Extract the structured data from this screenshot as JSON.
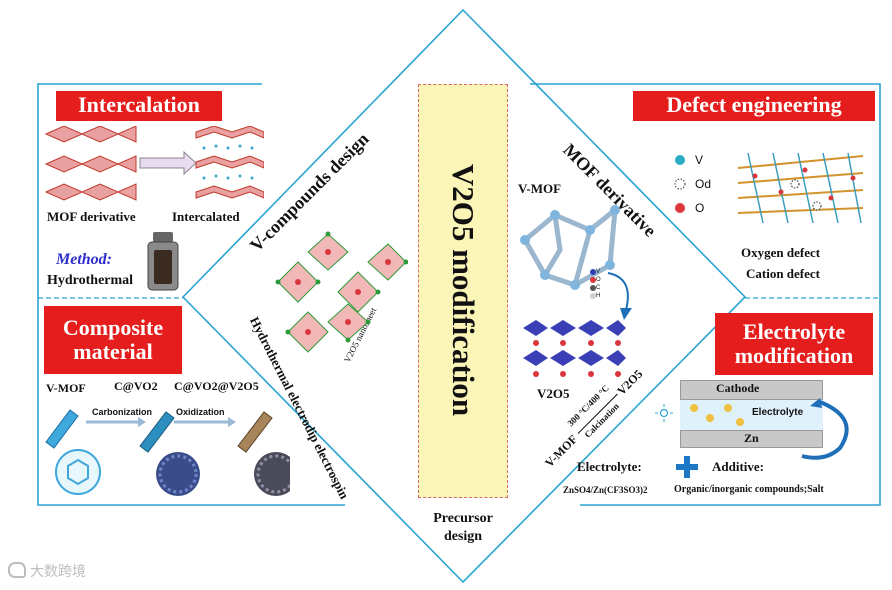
{
  "center": {
    "title": "V2O5 modification",
    "precursor_design": "Precursor design"
  },
  "left_diagonal": {
    "v_compounds_design": "V-compounds design",
    "methods_label": "Hydrothermal electrodip electrospin",
    "nanosheet_label": "V2O5 nanosheet"
  },
  "right_diagonal": {
    "mof_derivative": "MOF derivative",
    "v_mof": "V-MOF",
    "v2o5": "V2O5",
    "legend_letters": [
      "V",
      "O",
      "C",
      "H"
    ],
    "reaction": {
      "reactant": "V-MOF",
      "conditions": "300 °C/400 °C",
      "process": "Calcination",
      "product": "V2O5"
    }
  },
  "intercalation": {
    "title": "Intercalation",
    "mof_derivative": "MOF derivative",
    "intercalated": "Intercalated",
    "method_label": "Method:",
    "method_value": "Hydrothermal"
  },
  "composite": {
    "title": "Composite material",
    "vmof": "V-MOF",
    "c_vo2": "C@VO2",
    "c_vo2_v2o5": "C@VO2@V2O5",
    "carbonization": "Carbonization",
    "oxidization": "Oxidization"
  },
  "defect": {
    "title": "Defect engineering",
    "legend": [
      {
        "symbol": "V",
        "color": "#2fa9c9"
      },
      {
        "symbol": "Od",
        "color": "#ffffff"
      },
      {
        "symbol": "O",
        "color": "#d9363e"
      }
    ],
    "oxygen_defect": "Oxygen defect",
    "cation_defect": "Cation defect"
  },
  "electrolyte": {
    "title": "Electrolyte modification",
    "cathode": "Cathode",
    "electrolyte_label": "Electrolyte",
    "zn": "Zn",
    "electrolyte_prefix": "Electrolyte:",
    "additive_prefix": "Additive:",
    "salts": "ZnSO4/Zn(CF3SO3)2",
    "additives": "Organic/inorganic compounds;Salt"
  },
  "colors": {
    "frame_line": "#2aa4d3",
    "title_red": "#e51d1d",
    "panel_yellow": "#fbf6b8"
  },
  "watermark": "大数跨境"
}
